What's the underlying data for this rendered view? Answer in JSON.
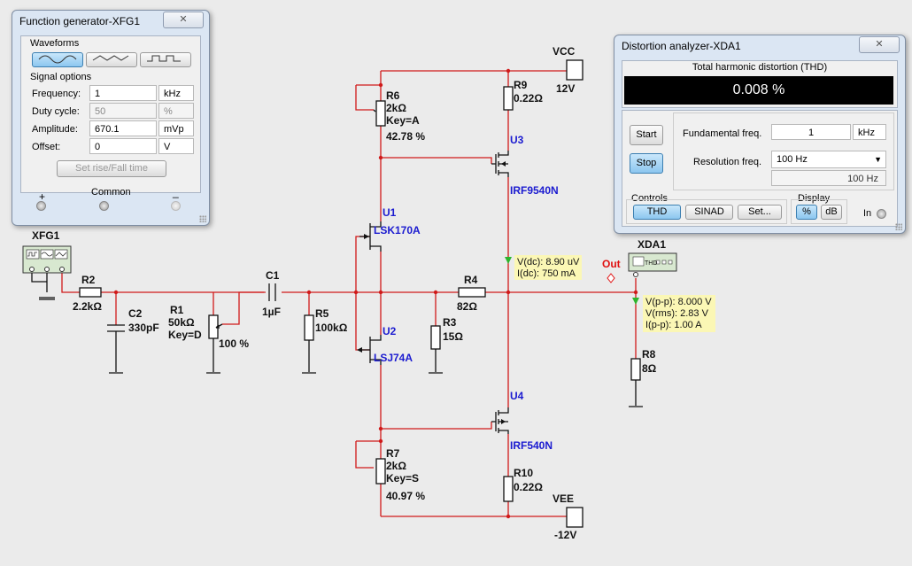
{
  "func_gen": {
    "title": "Function generator-XFG1",
    "close_glyph": "✕",
    "waveforms_label": "Waveforms",
    "signal_options_label": "Signal options",
    "rows": [
      {
        "label": "Frequency:",
        "value": "1",
        "unit": "kHz",
        "disabled": false
      },
      {
        "label": "Duty cycle:",
        "value": "50",
        "unit": "%",
        "disabled": true
      },
      {
        "label": "Amplitude:",
        "value": "670.1",
        "unit": "mVp",
        "disabled": false
      },
      {
        "label": "Offset:",
        "value": "0",
        "unit": "V",
        "disabled": false
      }
    ],
    "rise_fall_button": "Set rise/Fall time",
    "plus_label": "+",
    "common_label": "Common",
    "minus_label": "_",
    "active_waveform": "sine"
  },
  "distortion": {
    "title": "Distortion analyzer-XDA1",
    "close_glyph": "✕",
    "thd_header": "Total harmonic distortion (THD)",
    "thd_value": "0.008 %",
    "start_button": "Start",
    "stop_button": "Stop",
    "fundamental_label": "Fundamental freq.",
    "fundamental_value": "1",
    "fundamental_unit": "kHz",
    "resolution_label": "Resolution freq.",
    "resolution_value": "100 Hz",
    "resolution_readout": "100 Hz",
    "controls_label": "Controls",
    "thd_button": "THD",
    "sinad_button": "SINAD",
    "set_button": "Set...",
    "display_label": "Display",
    "percent_button": "%",
    "db_button": "dB",
    "in_label": "In"
  },
  "schematic": {
    "vcc_label": "VCC",
    "vcc_value": "12V",
    "vee_label": "VEE",
    "vee_value": "-12V",
    "xfg1_label": "XFG1",
    "xda1_label": "XDA1",
    "xda1_box_text": "THD",
    "out_label": "Out",
    "components": {
      "r2": {
        "name": "R2",
        "value": "2.2kΩ"
      },
      "c2": {
        "name": "C2",
        "value": "330pF"
      },
      "r1": {
        "name": "R1",
        "value": "50kΩ",
        "key": "Key=D",
        "pct": "100 %"
      },
      "c1": {
        "name": "C1",
        "value": "1µF"
      },
      "r5": {
        "name": "R5",
        "value": "100kΩ"
      },
      "r6": {
        "name": "R6",
        "value": "2kΩ",
        "key": "Key=A",
        "pct": "42.78 %"
      },
      "r7": {
        "name": "R7",
        "value": "2kΩ",
        "key": "Key=S",
        "pct": "40.97 %"
      },
      "r9": {
        "name": "R9",
        "value": "0.22Ω"
      },
      "r10": {
        "name": "R10",
        "value": "0.22Ω"
      },
      "r3": {
        "name": "R3",
        "value": "15Ω"
      },
      "r4": {
        "name": "R4",
        "value": "82Ω"
      },
      "r8": {
        "name": "R8",
        "value": "8Ω"
      },
      "u1": {
        "name": "U1",
        "part": "LSK170A"
      },
      "u2": {
        "name": "U2",
        "part": "LSJ74A"
      },
      "u3": {
        "name": "U3",
        "part": "IRF9540N"
      },
      "u4": {
        "name": "U4",
        "part": "IRF540N"
      }
    },
    "probe1": {
      "line1": "V(dc): 8.90 uV",
      "line2": "I(dc): 750 mA"
    },
    "probe2": {
      "line1": "V(p-p): 8.000 V",
      "line2": "V(rms): 2.83 V",
      "line3": "I(p-p): 1.00 A"
    }
  }
}
